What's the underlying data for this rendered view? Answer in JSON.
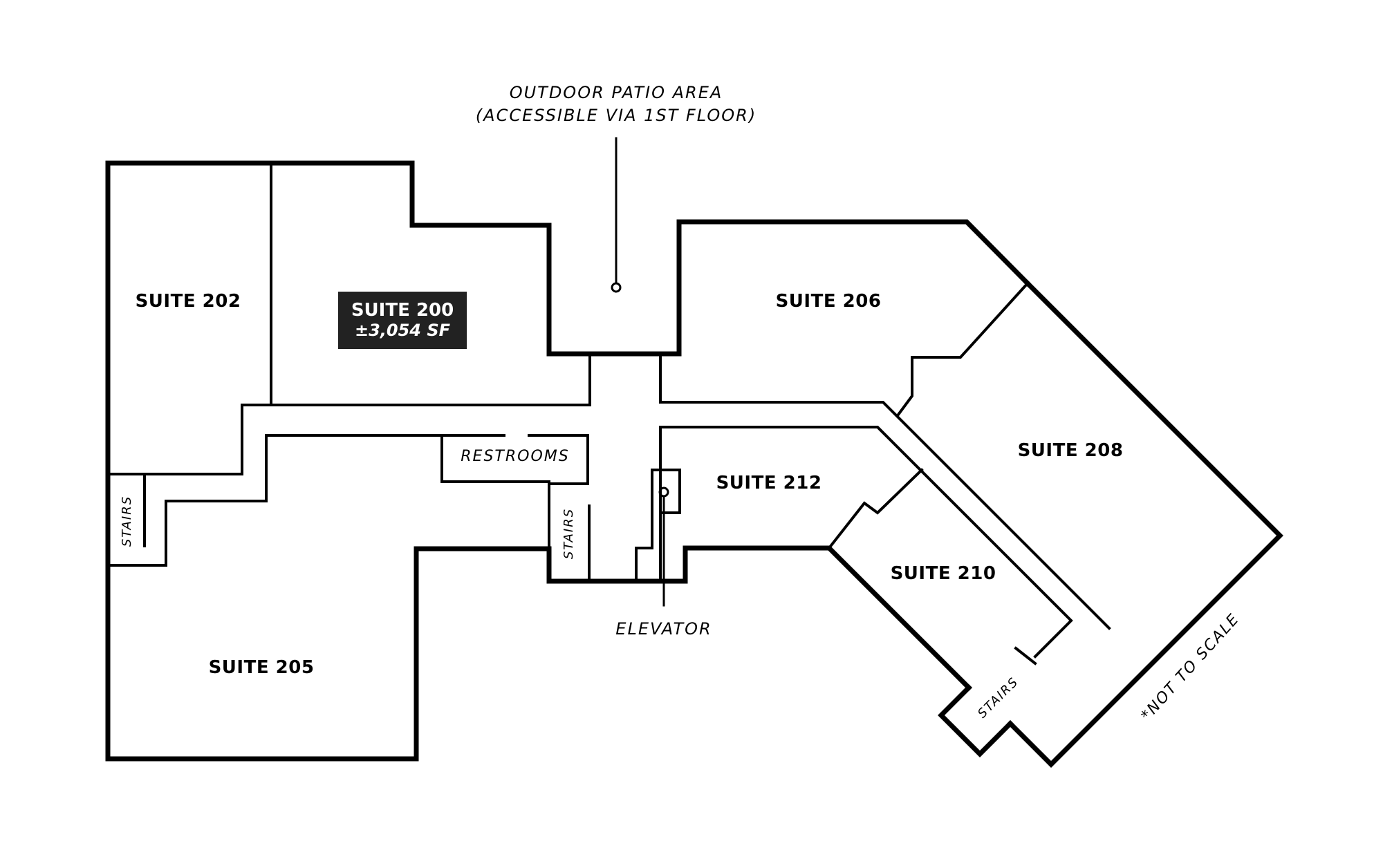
{
  "colors": {
    "wall": "#000000",
    "background": "#ffffff",
    "highlight_bg": "#222222",
    "highlight_text": "#ffffff"
  },
  "patio": {
    "line1": "OUTDOOR PATIO AREA",
    "line2": "(ACCESSIBLE VIA 1ST FLOOR)"
  },
  "suites": {
    "s202": "SUITE 202",
    "s200": "SUITE 200",
    "s200_area": "±3,054 SF",
    "s206": "SUITE 206",
    "s208": "SUITE 208",
    "s212": "SUITE 212",
    "s210": "SUITE 210",
    "s205": "SUITE 205"
  },
  "amenities": {
    "restrooms": "RESTROOMS",
    "stairs_left": "STAIRS",
    "stairs_center": "STAIRS",
    "stairs_right": "STAIRS",
    "elevator": "ELEVATOR"
  },
  "note": "*NOT TO SCALE"
}
